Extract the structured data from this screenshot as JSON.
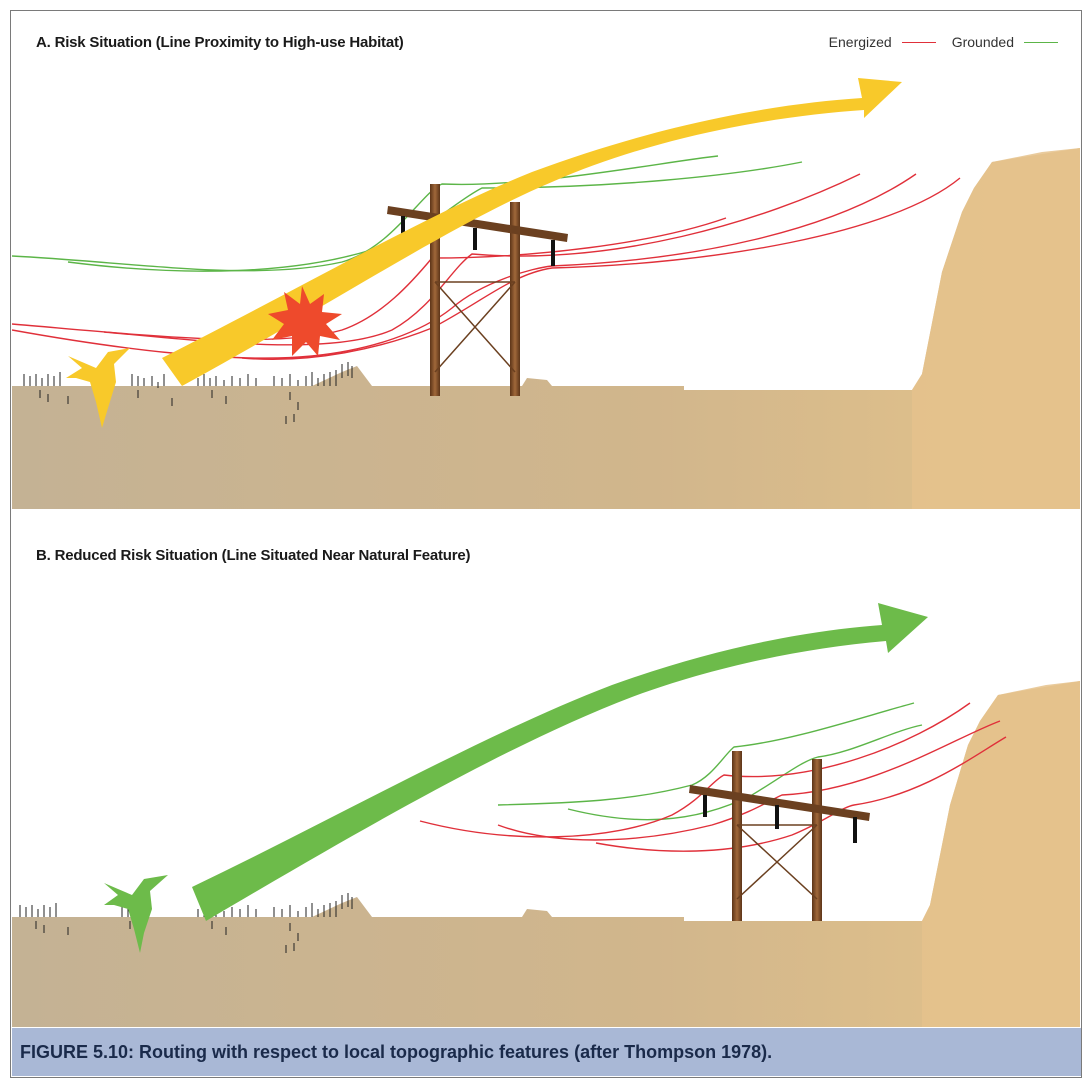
{
  "figure": {
    "caption": "FIGURE 5.10: Routing with respect to local topographic features (after Thompson 1978)."
  },
  "legend": {
    "energized_label": "Energized",
    "grounded_label": "Grounded",
    "energized_color": "#e0303a",
    "grounded_color": "#5cb548"
  },
  "panel_a": {
    "title": "A. Risk Situation (Line Proximity to High-use Habitat)",
    "bird_color": "#f8c92a",
    "collision_icon": "starburst-icon",
    "collision_color": "#ee4a2c"
  },
  "panel_b": {
    "title": "B. Reduced Risk Situation (Line Situated Near Natural Feature)",
    "bird_color": "#6dbb4a"
  },
  "colors": {
    "ground": "#cbb38f",
    "cliff": "#e5c28c",
    "pole": "#7a4a28",
    "caption_bg": "#a9b8d6"
  }
}
